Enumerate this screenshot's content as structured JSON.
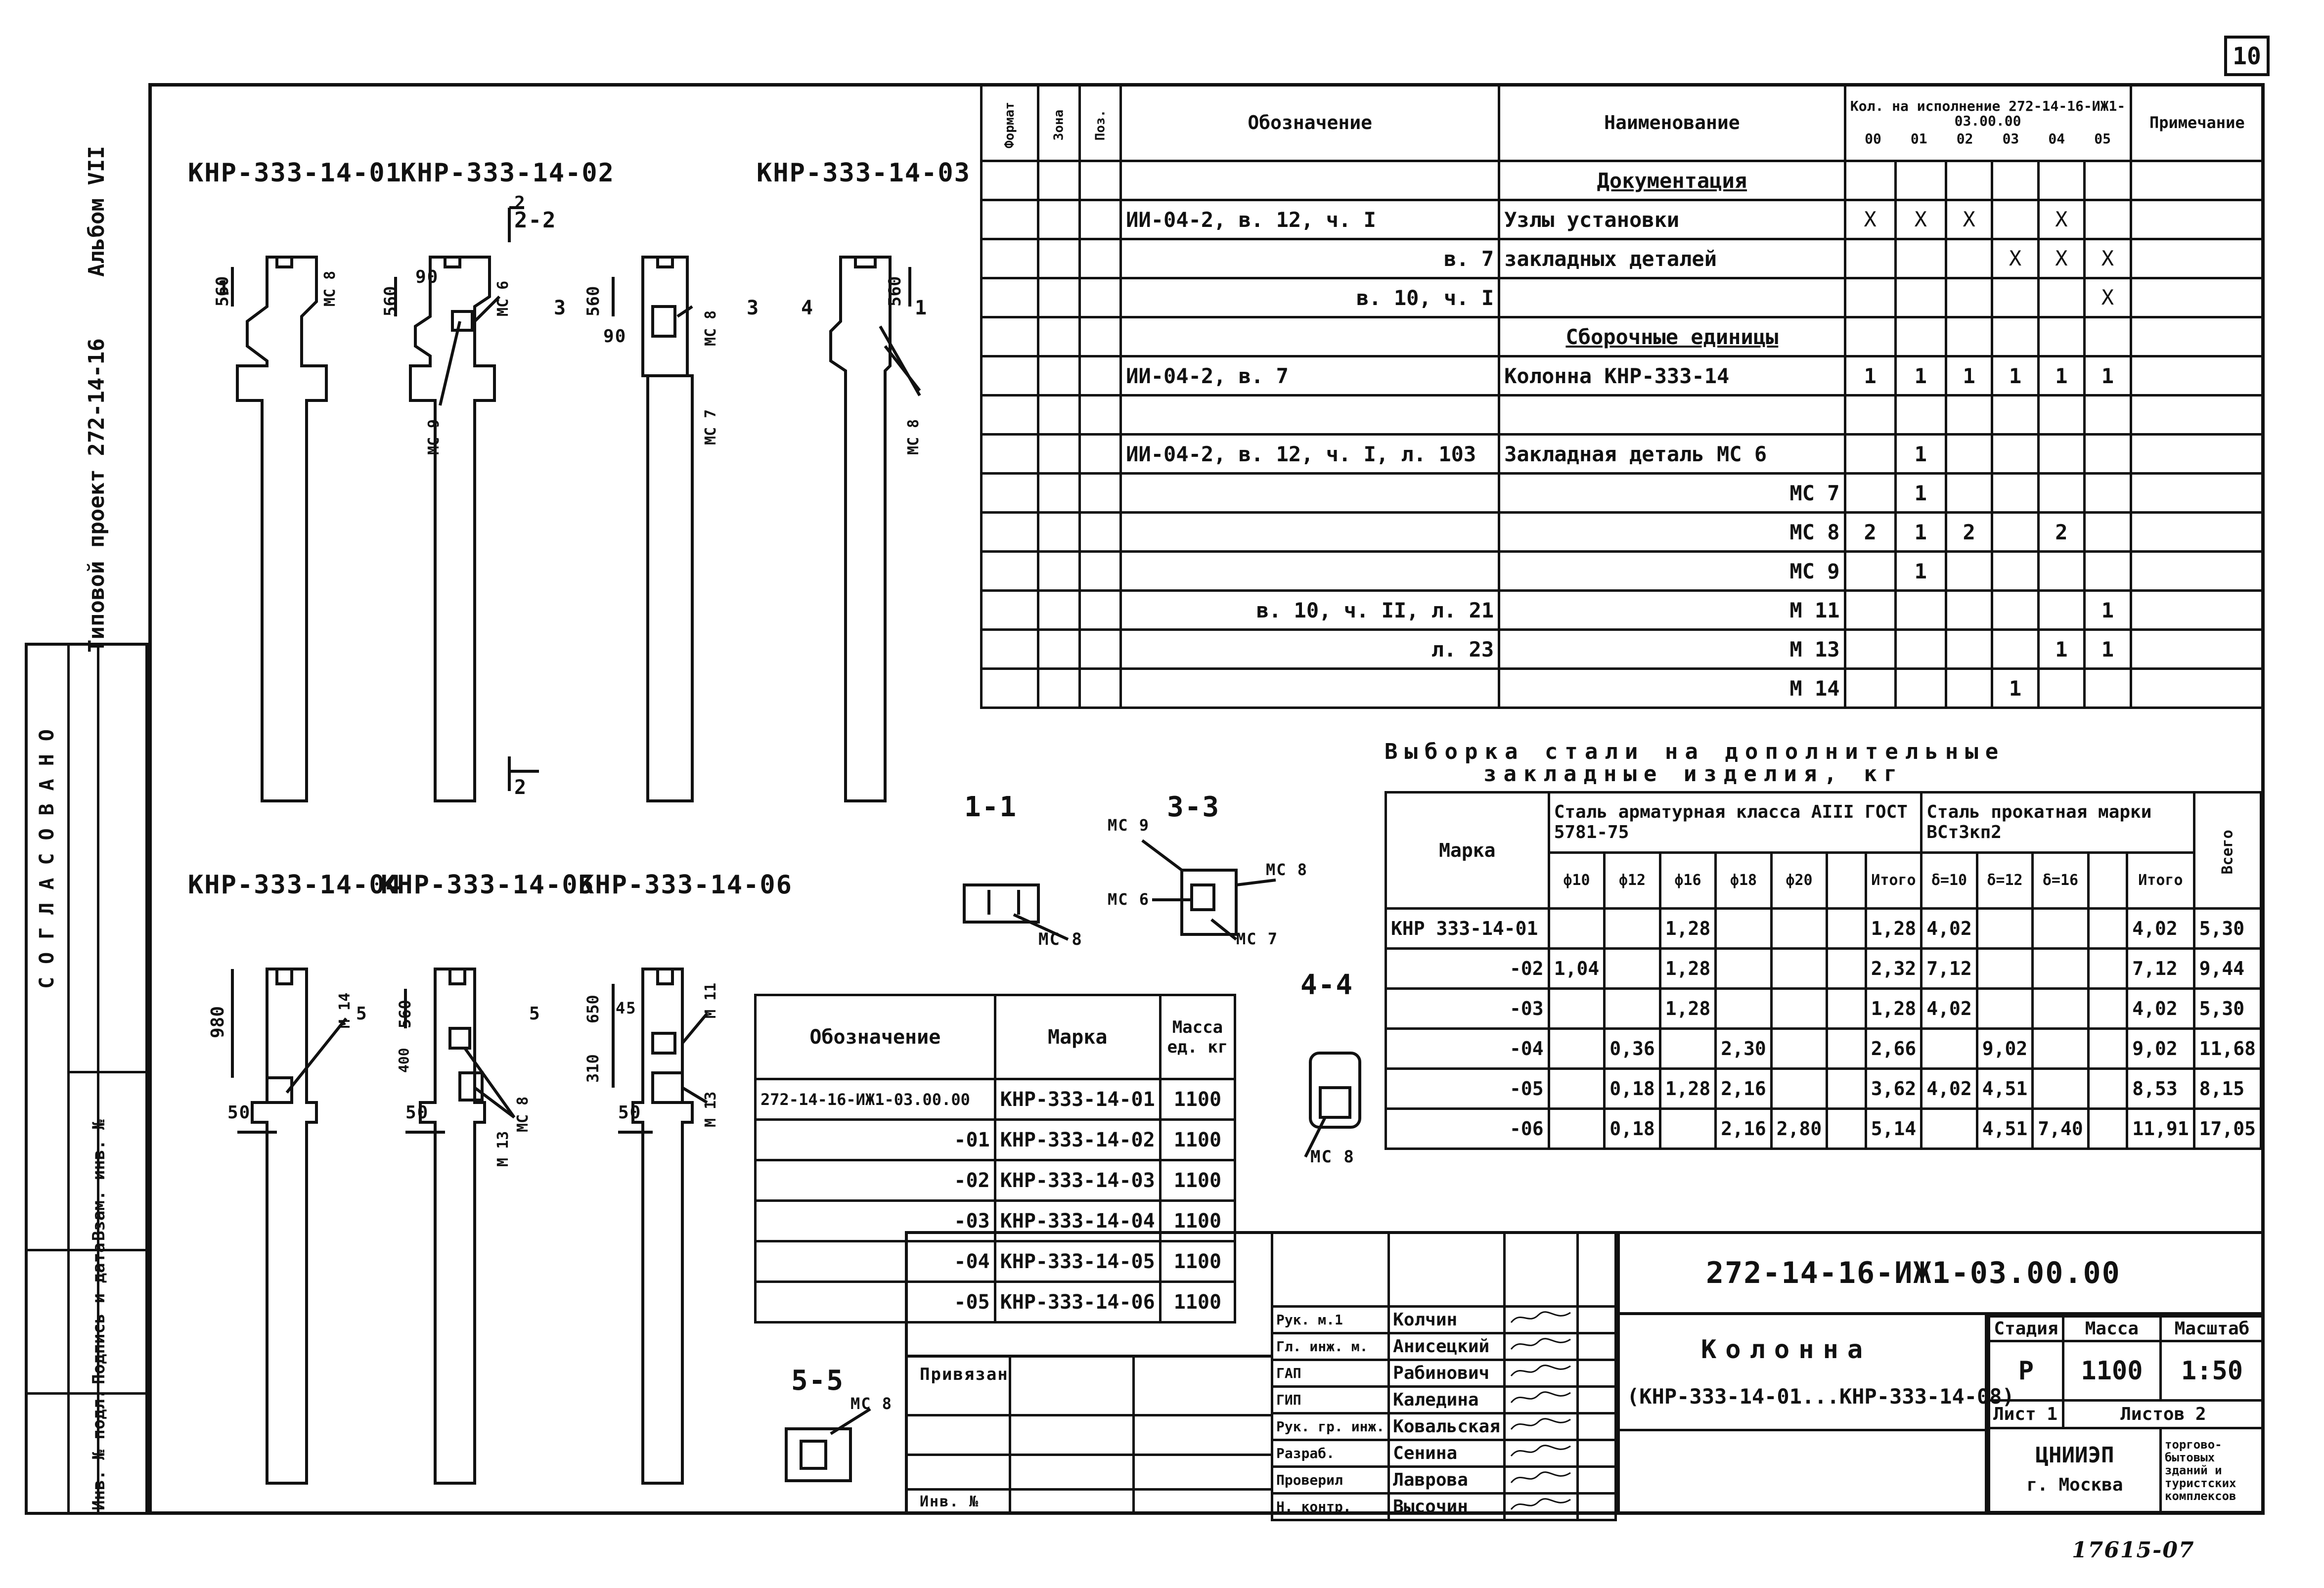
{
  "sheet_number": "10",
  "album_label": "Альбом VII",
  "project_label": "Типовой проект 272-14-16",
  "stamp_agreed": "СОГЛАСОВАНО",
  "left_strip": [
    "Инв. № подл.",
    "Подпись и дата",
    "Взам. инв. №"
  ],
  "top_marks": [
    "КНР-333-14-01",
    "КНР-333-14-02",
    "КНР-333-14-03"
  ],
  "bottom_marks": [
    "КНР-333-14-04",
    "КНР-333-14-05",
    "КНР-333-14-06"
  ],
  "dims": {
    "d560": "560",
    "d90": "90",
    "d980": "980",
    "d50": "50",
    "d400": "400",
    "d45": "45",
    "d310": "310",
    "d650": "650",
    "s1": "1",
    "s2": "2",
    "s3": "3",
    "s4": "4",
    "s5": "5",
    "s22": "2-2"
  },
  "parts": {
    "mc6": "МС 6",
    "mc7": "МС 7",
    "mc8": "МС 8",
    "mc9": "МС 9",
    "m11": "М 11",
    "m13": "М 13",
    "m14": "М 14"
  },
  "sections": {
    "s11": {
      "title": "1-1",
      "labels": [
        "МС 8"
      ]
    },
    "s33": {
      "title": "3-3",
      "labels": [
        "МС 9",
        "МС 8",
        "МС 6",
        "МС 7"
      ]
    },
    "s44": {
      "title": "4-4",
      "labels": [
        "МС 8"
      ]
    },
    "s55": {
      "title": "5-5",
      "labels": [
        "МС 8"
      ]
    }
  },
  "spec": {
    "headers": {
      "format": "Формат",
      "zone": "Зона",
      "pos": "Поз.",
      "designation": "Обозначение",
      "name": "Наименование",
      "qty": "Кол. на исполнение 272-14-16-ИЖ1-03.00.00",
      "note": "Примечание"
    },
    "variants": [
      "00",
      "01",
      "02",
      "03",
      "04",
      "05"
    ],
    "rows": [
      {
        "designation": "",
        "name": "Документация",
        "q": [
          "",
          "",
          "",
          "",
          "",
          ""
        ],
        "name_underline": true
      },
      {
        "designation": "ИИ-04-2, в. 12, ч. I",
        "name": "Узлы установки",
        "q": [
          "X",
          "X",
          "X",
          "",
          "X",
          ""
        ]
      },
      {
        "designation": "в. 7",
        "name": "закладных деталей",
        "q": [
          "",
          "",
          "",
          "X",
          "X",
          "X"
        ]
      },
      {
        "designation": "в. 10, ч. I",
        "name": "",
        "q": [
          "",
          "",
          "",
          "",
          "",
          "X"
        ]
      },
      {
        "designation": "",
        "name": "Сборочные единицы",
        "q": [
          "",
          "",
          "",
          "",
          "",
          ""
        ],
        "name_underline": true
      },
      {
        "designation": "ИИ-04-2, в. 7",
        "name": "Колонна КНР-333-14",
        "q": [
          "1",
          "1",
          "1",
          "1",
          "1",
          "1"
        ]
      },
      {
        "designation": "",
        "name": "",
        "q": [
          "",
          "",
          "",
          "",
          "",
          ""
        ]
      },
      {
        "designation": "ИИ-04-2, в. 12, ч. I, л. 103",
        "name": "Закладная деталь МС 6",
        "q": [
          "",
          "1",
          "",
          "",
          "",
          ""
        ]
      },
      {
        "designation": "",
        "name": "МС 7",
        "q": [
          "",
          "1",
          "",
          "",
          "",
          ""
        ]
      },
      {
        "designation": "",
        "name": "МС 8",
        "q": [
          "2",
          "1",
          "2",
          "",
          "2",
          ""
        ]
      },
      {
        "designation": "",
        "name": "МС 9",
        "q": [
          "",
          "1",
          "",
          "",
          "",
          ""
        ]
      },
      {
        "designation": "в. 10, ч. II, л. 21",
        "name": "М 11",
        "q": [
          "",
          "",
          "",
          "",
          "",
          "1"
        ]
      },
      {
        "designation": "л. 23",
        "name": "М 13",
        "q": [
          "",
          "",
          "",
          "",
          "1",
          "1"
        ]
      },
      {
        "designation": "",
        "name": "М 14",
        "q": [
          "",
          "",
          "",
          "1",
          "",
          ""
        ]
      }
    ]
  },
  "steel": {
    "title_line1": "Выборка стали на дополнительные",
    "title_line2": "закладные изделия, кг",
    "mark_header": "Марка",
    "rebar_header": "Сталь арматурная класса AIII ГОСТ 5781-75",
    "rolled_header": "Сталь прокатная марки ВСт3кп2",
    "total_header": "Всего",
    "sub": [
      "ф10",
      "ф12",
      "ф16",
      "ф18",
      "ф20",
      "",
      "Итого",
      "δ=10",
      "δ=12",
      "δ=16",
      "",
      "Итого"
    ],
    "rows": [
      {
        "mark": "КНР 333-14-01",
        "v": [
          "",
          "",
          "1,28",
          "",
          "",
          "",
          "1,28",
          "4,02",
          "",
          "",
          "",
          "4,02"
        ],
        "total": "5,30"
      },
      {
        "mark": "-02",
        "v": [
          "1,04",
          "",
          "1,28",
          "",
          "",
          "",
          "2,32",
          "7,12",
          "",
          "",
          "",
          "7,12"
        ],
        "total": "9,44"
      },
      {
        "mark": "-03",
        "v": [
          "",
          "",
          "1,28",
          "",
          "",
          "",
          "1,28",
          "4,02",
          "",
          "",
          "",
          "4,02"
        ],
        "total": "5,30"
      },
      {
        "mark": "-04",
        "v": [
          "",
          "0,36",
          "",
          "2,30",
          "",
          "",
          "2,66",
          "",
          "9,02",
          "",
          "",
          "9,02"
        ],
        "total": "11,68"
      },
      {
        "mark": "-05",
        "v": [
          "",
          "0,18",
          "1,28",
          "2,16",
          "",
          "",
          "3,62",
          "4,02",
          "4,51",
          "",
          "",
          "8,53"
        ],
        "total": "8,15"
      },
      {
        "mark": "-06",
        "v": [
          "",
          "0,18",
          "",
          "2,16",
          "2,80",
          "",
          "5,14",
          "",
          "4,51",
          "7,40",
          "",
          "11,91"
        ],
        "total": "17,05"
      }
    ]
  },
  "mass_table": {
    "headers": [
      "Обозначение",
      "Марка",
      "Масса ед. кг"
    ],
    "rows": [
      [
        "272-14-16-ИЖ1-03.00.00",
        "КНР-333-14-01",
        "1100"
      ],
      [
        "-01",
        "КНР-333-14-02",
        "1100"
      ],
      [
        "-02",
        "КНР-333-14-03",
        "1100"
      ],
      [
        "-03",
        "КНР-333-14-04",
        "1100"
      ],
      [
        "-04",
        "КНР-333-14-05",
        "1100"
      ],
      [
        "-05",
        "КНР-333-14-06",
        "1100"
      ]
    ]
  },
  "title_block": {
    "doc_code": "272-14-16-ИЖ1-03.00.00",
    "title": "Колонна",
    "subtitle": "(КНР-333-14-01...КНР-333-14-08)",
    "stage_label": "Стадия",
    "stage": "Р",
    "mass_label": "Масса",
    "mass": "1100",
    "scale_label": "Масштаб",
    "scale": "1:50",
    "sheet_label": "Лист 1",
    "sheets_label": "Листов 2",
    "org": "ЦНИИЭП",
    "city": "г. Москва",
    "org_desc": "торгово-бытовых зданий и туристских комплексов",
    "bound": "Привязан",
    "inv": "Инв. №",
    "people": [
      [
        "Рук. м.1",
        "Колчин"
      ],
      [
        "Гл. инж. м.",
        "Анисецкий"
      ],
      [
        "ГАП",
        "Рабинович"
      ],
      [
        "ГИП",
        "Каледина"
      ],
      [
        "Рук. гр. инж.",
        "Ковальская"
      ],
      [
        "Разраб.",
        "Сенина"
      ],
      [
        "Проверил",
        "Лаврова"
      ],
      [
        "Н. контр.",
        "Высочин"
      ]
    ]
  },
  "footer_note": "17615-07"
}
